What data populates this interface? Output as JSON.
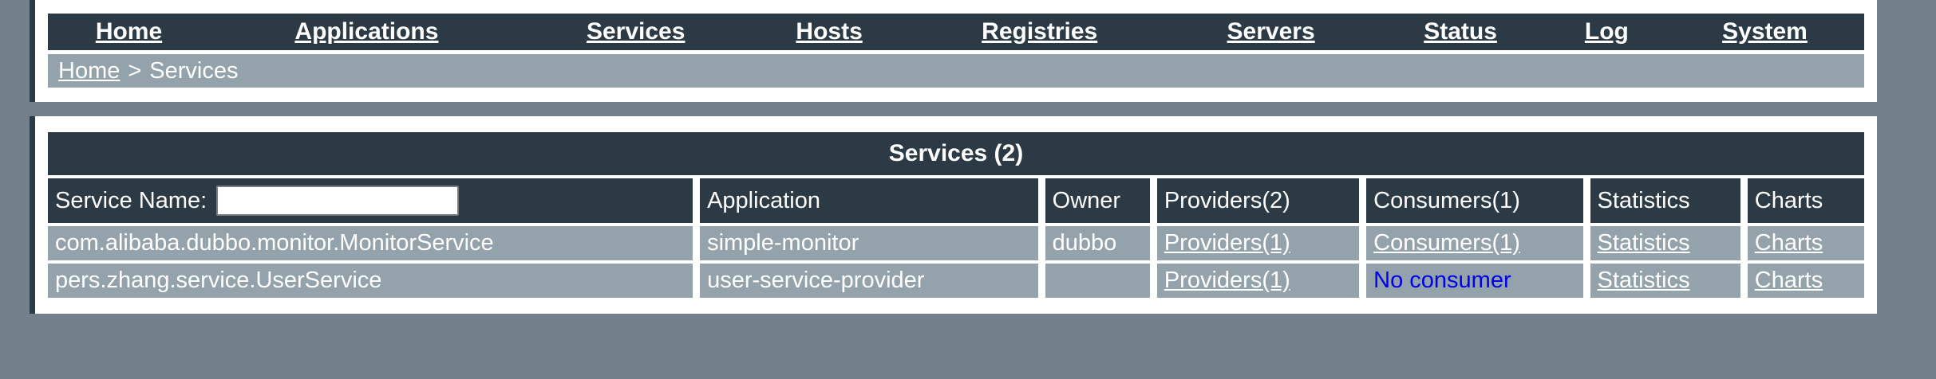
{
  "nav": {
    "items": [
      {
        "label": "Home"
      },
      {
        "label": "Applications"
      },
      {
        "label": "Services"
      },
      {
        "label": "Hosts"
      },
      {
        "label": "Registries"
      },
      {
        "label": "Servers"
      },
      {
        "label": "Status"
      },
      {
        "label": "Log"
      },
      {
        "label": "System"
      }
    ]
  },
  "breadcrumb": {
    "home": "Home",
    "separator": ">",
    "current": "Services"
  },
  "table": {
    "title": "Services (2)",
    "filter_label": "Service Name:",
    "filter_value": "",
    "headers": [
      "Application",
      "Owner",
      "Providers(2)",
      "Consumers(1)",
      "Statistics",
      "Charts"
    ],
    "rows": [
      {
        "service_name": "com.alibaba.dubbo.monitor.MonitorService",
        "application": "simple-monitor",
        "owner": "dubbo",
        "providers": "Providers(1)",
        "consumers": "Consumers(1)",
        "statistics": "Statistics",
        "charts": "Charts"
      },
      {
        "service_name": "pers.zhang.service.UserService",
        "application": "user-service-provider",
        "owner": "",
        "providers": "Providers(1)",
        "consumers": "No consumer",
        "statistics": "Statistics",
        "charts": "Charts"
      }
    ]
  },
  "colors": {
    "page_background": "#71808a",
    "panel_dark": "#2b3a44",
    "row_gray": "#93a2ab",
    "link_blue": "#0000ee",
    "text_white": "#ffffff"
  }
}
